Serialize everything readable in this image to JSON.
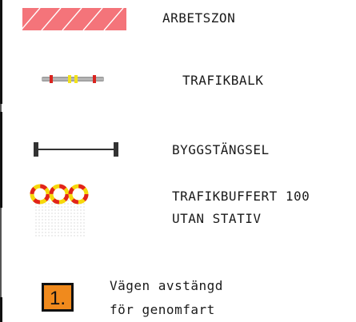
{
  "legend": {
    "items": [
      {
        "icon": "hatched-work-zone-icon",
        "label_lines": [
          "ARBETSZON"
        ]
      },
      {
        "icon": "traffic-beam-icon",
        "label_lines": [
          "TRAFIKBALK"
        ]
      },
      {
        "icon": "construction-fence-icon",
        "label_lines": [
          "BYGGSTÄNGSEL"
        ]
      },
      {
        "icon": "traffic-buffer-icon",
        "label_lines": [
          "TRAFIKBUFFERT 100",
          "UTAN STATIV"
        ]
      },
      {
        "icon": "road-sign-1-icon",
        "sign_number": "1.",
        "label_lines": [
          "Vägen avstängd",
          "för genomfart"
        ]
      }
    ]
  },
  "colors": {
    "work_zone_fill": "#f4747a",
    "hatch_stroke": "#ffffff",
    "beam_gray": "#9a9a9a",
    "beam_red": "#d9241f",
    "beam_yellow": "#f2e21b",
    "fence_dark": "#333333",
    "buffer_red": "#e2231a",
    "buffer_yellow": "#f6d80c",
    "sign_orange": "#f08a1d",
    "sign_border": "#111111"
  }
}
